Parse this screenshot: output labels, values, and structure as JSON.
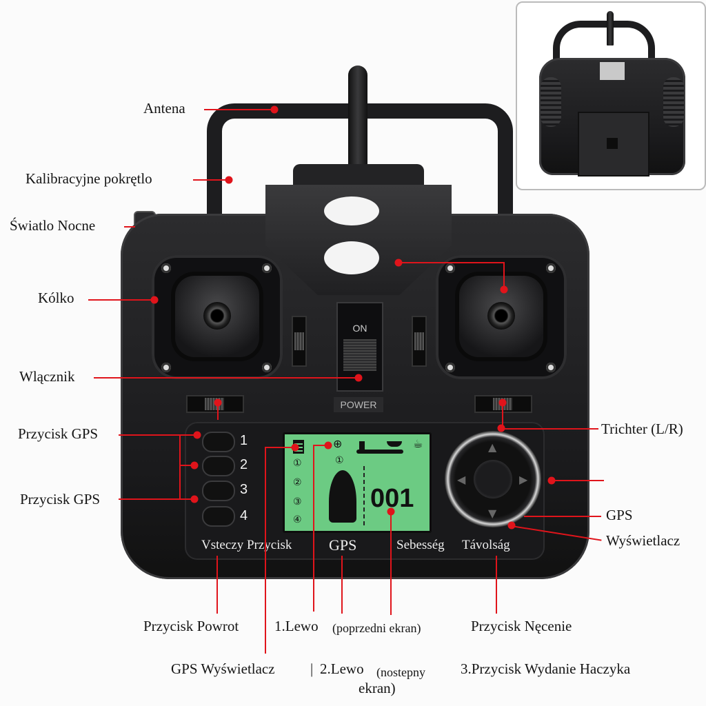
{
  "figure": {
    "type": "labeled product diagram",
    "subject": "RC fishing bait boat remote controller (front view, with rear view inset)"
  },
  "device": {
    "power_switch": {
      "state_label": "ON",
      "label": "POWER"
    },
    "side_buttons": [
      "1",
      "2",
      "3",
      "4"
    ],
    "lcd": {
      "counter": "001",
      "channel_marks": [
        "①",
        "②",
        "③",
        "④"
      ],
      "sub_channel": "①",
      "icons": [
        "battery-icon",
        "gps-target-icon",
        "boat-distance-bar-icon",
        "bait-cup-icon",
        "boat-icon"
      ],
      "background_color": "#6ccb83"
    },
    "panel_labels": [
      "Vsteczy Przycisk",
      "GPS",
      "Sebesség",
      "Távolság"
    ],
    "dpad_arrows": [
      "▲",
      "◀",
      "▶",
      "▼"
    ]
  },
  "callouts": {
    "left": [
      {
        "text": "Antena"
      },
      {
        "text": "Kalibracyjne pokrętlo"
      },
      {
        "text": "Światlo Nocne"
      },
      {
        "text": "Kólko"
      },
      {
        "text": "Wlącznik"
      },
      {
        "text": "Przycisk GPS"
      },
      {
        "text": "Przycisk GPS"
      }
    ],
    "right": [
      {
        "text": "Trichter (L/R)"
      },
      {
        "text": ""
      },
      {
        "text": "GPS"
      },
      {
        "text": "Wyświetlacz"
      }
    ],
    "bottom": [
      {
        "text": "Przycisk Powrot"
      },
      {
        "text": "1.Lewo"
      },
      {
        "text": "(poprzedni ekran)"
      },
      {
        "text": "Przycisk Nęcenie"
      },
      {
        "text": "GPS Wyświetlacz"
      },
      {
        "text": "|"
      },
      {
        "text": "2.Lewo"
      },
      {
        "text": "(nostepny"
      },
      {
        "text": "ekran)"
      },
      {
        "text": "3.Przycisk Wydanie Haczyka"
      }
    ]
  },
  "colors": {
    "callout_line": "#e0141b",
    "device_body": "#1d1d1f",
    "background": "#fbfbfb"
  }
}
